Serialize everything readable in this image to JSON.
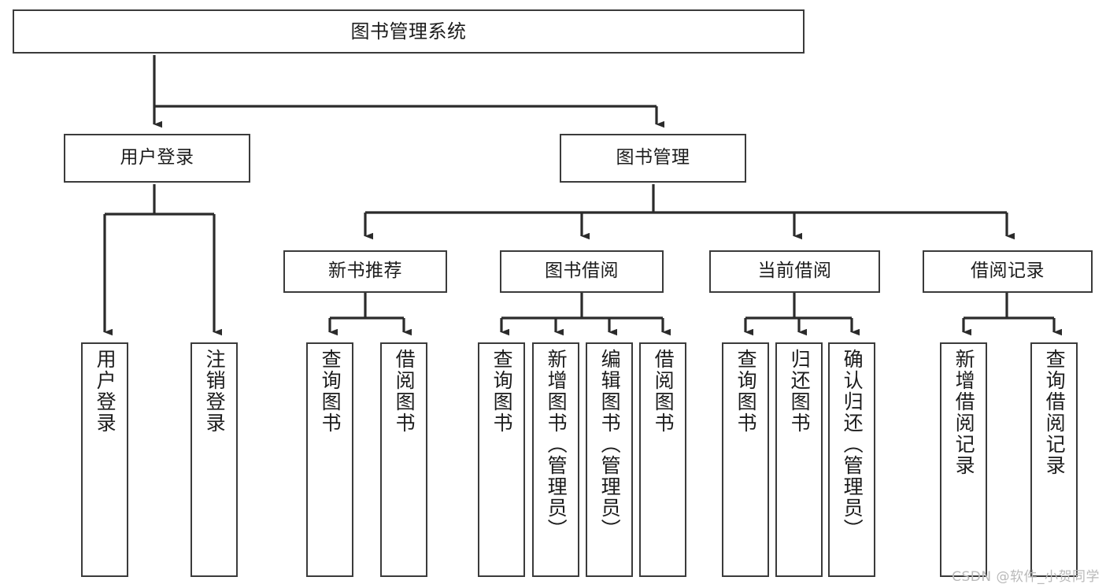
{
  "diagram": {
    "title": "图书管理系统",
    "type": "tree",
    "watermark": "CSDN @软件_小贺同学",
    "colors": {
      "box_border": "#3b3b3b",
      "box_fill": "#ffffff",
      "connector": "#2b2b2b",
      "text": "#1c1c1c",
      "watermark": "#b9b9b9"
    },
    "root": {
      "id": "root",
      "label": "图书管理系统"
    },
    "level2": [
      {
        "id": "user-login",
        "label": "用户登录"
      },
      {
        "id": "book-manage",
        "label": "图书管理"
      }
    ],
    "level3": [
      {
        "id": "new-book-rec",
        "label": "新书推荐"
      },
      {
        "id": "book-borrow",
        "label": "图书借阅"
      },
      {
        "id": "current-borrow",
        "label": "当前借阅"
      },
      {
        "id": "borrow-record",
        "label": "借阅记录"
      }
    ],
    "leaves": [
      {
        "id": "leaf-user-login",
        "label": "用户登录",
        "parent": "user-login"
      },
      {
        "id": "leaf-logout",
        "label": "注销登录",
        "parent": "user-login"
      },
      {
        "id": "leaf-query-book-1",
        "label": "查询图书",
        "parent": "new-book-rec"
      },
      {
        "id": "leaf-borrow-book-1",
        "label": "借阅图书",
        "parent": "new-book-rec"
      },
      {
        "id": "leaf-query-book-2",
        "label": "查询图书",
        "parent": "book-borrow"
      },
      {
        "id": "leaf-add-book",
        "label": "新增图书（管理员）",
        "parent": "book-borrow"
      },
      {
        "id": "leaf-edit-book",
        "label": "编辑图书（管理员）",
        "parent": "book-borrow"
      },
      {
        "id": "leaf-borrow-book-2",
        "label": "借阅图书",
        "parent": "book-borrow"
      },
      {
        "id": "leaf-query-book-3",
        "label": "查询图书",
        "parent": "current-borrow"
      },
      {
        "id": "leaf-return-book",
        "label": "归还图书",
        "parent": "current-borrow"
      },
      {
        "id": "leaf-confirm-return",
        "label": "确认归还（管理员）",
        "parent": "current-borrow"
      },
      {
        "id": "leaf-add-record",
        "label": "新增借阅记录",
        "parent": "borrow-record"
      },
      {
        "id": "leaf-query-record",
        "label": "查询借阅记录",
        "parent": "borrow-record"
      }
    ]
  }
}
